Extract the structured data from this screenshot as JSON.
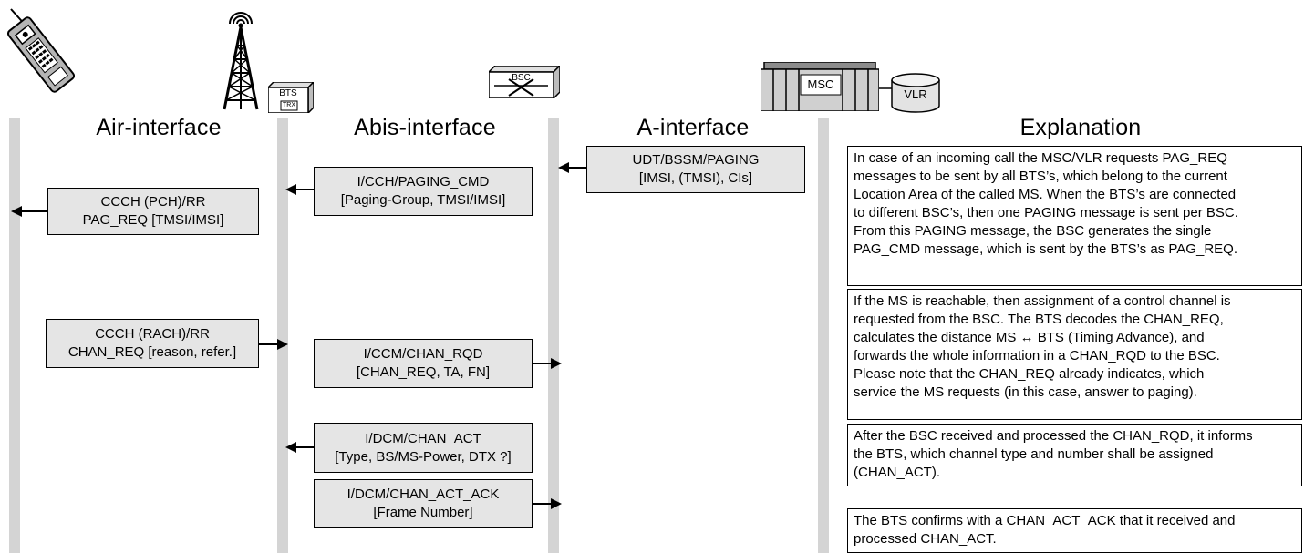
{
  "columns": {
    "air": "Air-interface",
    "abis": "Abis-interface",
    "a": "A-interface",
    "explanation": "Explanation"
  },
  "equipment": {
    "bts": "BTS",
    "trx": "TRX",
    "bsc": "BSC",
    "msc": "MSC",
    "vlr": "VLR"
  },
  "messages": {
    "udt_paging": [
      "UDT/BSSM/PAGING",
      "[IMSI, (TMSI), CIs]"
    ],
    "paging_cmd": [
      "I/CCH/PAGING_CMD",
      "[Paging-Group, TMSI/IMSI]"
    ],
    "pag_req": [
      "CCCH (PCH)/RR",
      "PAG_REQ [TMSI/IMSI]"
    ],
    "chan_req": [
      "CCCH (RACH)/RR",
      "CHAN_REQ [reason, refer.]"
    ],
    "chan_rqd": [
      "I/CCM/CHAN_RQD",
      "[CHAN_REQ, TA, FN]"
    ],
    "chan_act": [
      "I/DCM/CHAN_ACT",
      "[Type, BS/MS-Power, DTX ?]"
    ],
    "chan_act_ack": [
      "I/DCM/CHAN_ACT_ACK",
      "[Frame Number]"
    ]
  },
  "explanations": [
    [
      "In case of an incoming call the MSC/VLR requests PAG_REQ",
      "messages to be sent by all BTS’s, which belong to the current",
      "Location Area of the called MS. When the BTS’s are connected",
      "to different BSC’s, then one PAGING message is sent per BSC.",
      "From this PAGING message, the BSC generates the single",
      "PAG_CMD message, which is sent by the BTS’s as PAG_REQ."
    ],
    [
      "If the MS is reachable, then assignment of a control channel is",
      "requested from the BSC. The BTS decodes the CHAN_REQ,",
      "calculates the distance MS ↔ BTS (Timing Advance), and",
      "forwards the whole information in a CHAN_RQD to the BSC.",
      "Please note that the CHAN_REQ already indicates, which",
      "service the MS requests (in this case, answer to paging)."
    ],
    [
      "After the BSC received and processed the CHAN_RQD, it informs",
      "the BTS, which channel type and number shall be assigned",
      "(CHAN_ACT)."
    ],
    [
      "The BTS confirms with a CHAN_ACT_ACK that it received and",
      "processed CHAN_ACT."
    ]
  ]
}
